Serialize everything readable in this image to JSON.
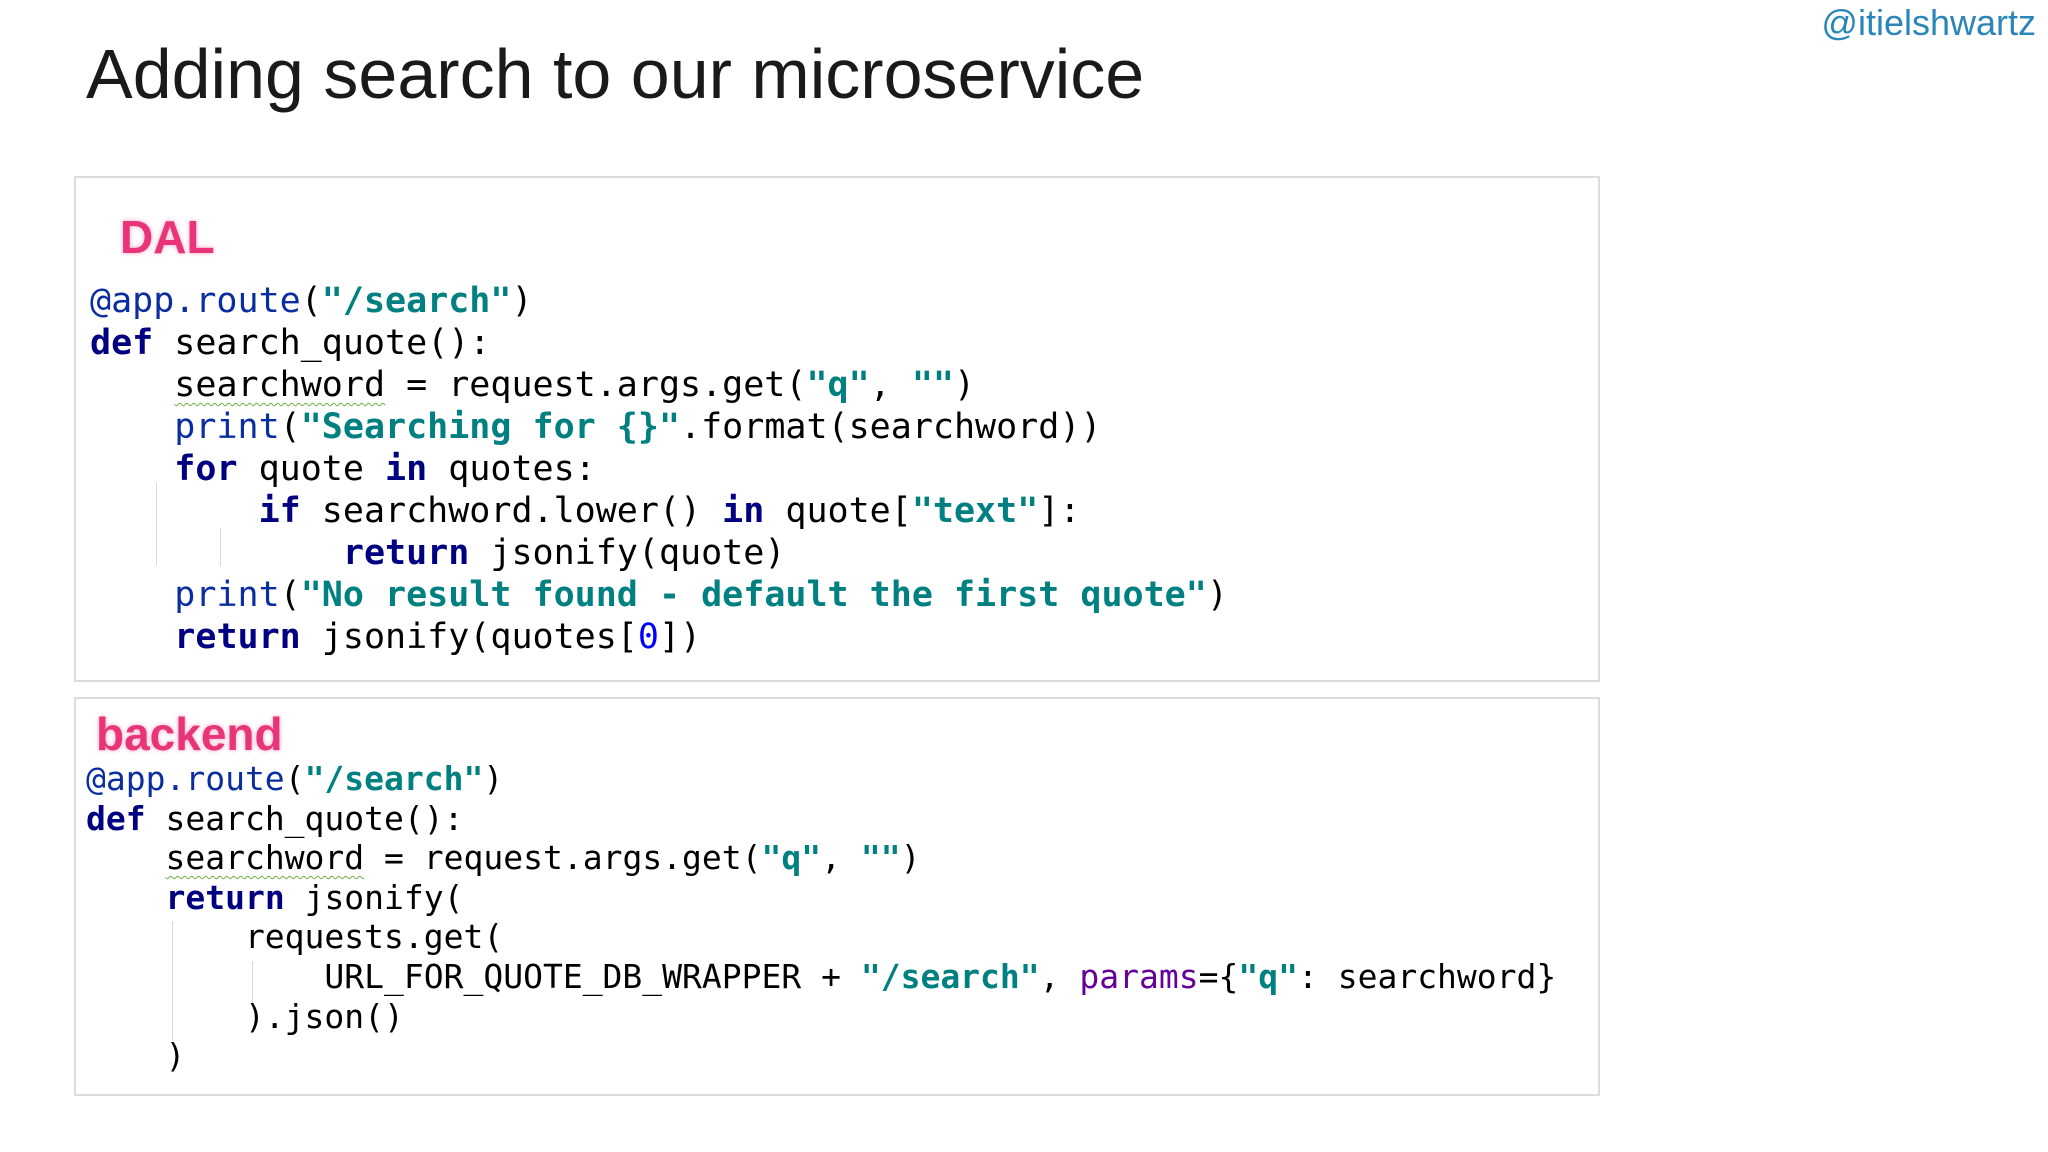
{
  "slide": {
    "handle": "@itielshwartz",
    "title": "Adding search to our microservice"
  },
  "dal": {
    "label": "DAL",
    "lines": [
      [
        {
          "t": "@app.route",
          "c": "deco"
        },
        {
          "t": "("
        },
        {
          "t": "\"/search\"",
          "c": "str"
        },
        {
          "t": ")"
        }
      ],
      [
        {
          "t": "def",
          "c": "kw"
        },
        {
          "t": " search_quote():"
        }
      ],
      [
        {
          "t": "    "
        },
        {
          "t": "searchword",
          "c": "squig"
        },
        {
          "t": " = request.args.get("
        },
        {
          "t": "\"q\"",
          "c": "str"
        },
        {
          "t": ", "
        },
        {
          "t": "\"\"",
          "c": "str"
        },
        {
          "t": ")"
        }
      ],
      [
        {
          "t": "    "
        },
        {
          "t": "print",
          "c": "deco"
        },
        {
          "t": "("
        },
        {
          "t": "\"Searching for {}\"",
          "c": "str"
        },
        {
          "t": ".format(searchword))"
        }
      ],
      [
        {
          "t": "    "
        },
        {
          "t": "for",
          "c": "kw"
        },
        {
          "t": " quote "
        },
        {
          "t": "in",
          "c": "kw"
        },
        {
          "t": " quotes:"
        }
      ],
      [
        {
          "t": "        "
        },
        {
          "t": "if",
          "c": "kw"
        },
        {
          "t": " searchword.lower() "
        },
        {
          "t": "in",
          "c": "kw"
        },
        {
          "t": " quote["
        },
        {
          "t": "\"text\"",
          "c": "str"
        },
        {
          "t": "]:"
        }
      ],
      [
        {
          "t": "            "
        },
        {
          "t": "return",
          "c": "kw"
        },
        {
          "t": " jsonify(quote)"
        }
      ],
      [
        {
          "t": "    "
        },
        {
          "t": "print",
          "c": "deco"
        },
        {
          "t": "("
        },
        {
          "t": "\"No result found - default the first quote\"",
          "c": "str"
        },
        {
          "t": ")"
        }
      ],
      [
        {
          "t": "    "
        },
        {
          "t": "return",
          "c": "kw"
        },
        {
          "t": " jsonify(quotes["
        },
        {
          "t": "0",
          "c": "num"
        },
        {
          "t": "])"
        }
      ]
    ]
  },
  "backend": {
    "label": "backend",
    "lines": [
      [
        {
          "t": "@app.route",
          "c": "deco"
        },
        {
          "t": "("
        },
        {
          "t": "\"/search\"",
          "c": "str"
        },
        {
          "t": ")"
        }
      ],
      [
        {
          "t": "def",
          "c": "kw"
        },
        {
          "t": " search_quote():"
        }
      ],
      [
        {
          "t": "    "
        },
        {
          "t": "searchword",
          "c": "squig"
        },
        {
          "t": " = request.args.get("
        },
        {
          "t": "\"q\"",
          "c": "str"
        },
        {
          "t": ", "
        },
        {
          "t": "\"\"",
          "c": "str"
        },
        {
          "t": ")"
        }
      ],
      [
        {
          "t": "    "
        },
        {
          "t": "return",
          "c": "kw"
        },
        {
          "t": " jsonify("
        }
      ],
      [
        {
          "t": "        requests.get("
        }
      ],
      [
        {
          "t": "            URL_FOR_QUOTE_DB_WRAPPER + "
        },
        {
          "t": "\"/search\"",
          "c": "str"
        },
        {
          "t": ", "
        },
        {
          "t": "params",
          "c": "param"
        },
        {
          "t": "={"
        },
        {
          "t": "\"q\"",
          "c": "str"
        },
        {
          "t": ": searchword}"
        }
      ],
      [
        {
          "t": "        ).json()"
        }
      ],
      [
        {
          "t": "    )"
        }
      ]
    ]
  },
  "colors": {
    "keyword": "#000080",
    "string": "#008080",
    "decorator": "#0a2ea0",
    "number": "#0000ff",
    "param": "#660099",
    "label": "#e8357a",
    "handle": "#2a86b8"
  }
}
